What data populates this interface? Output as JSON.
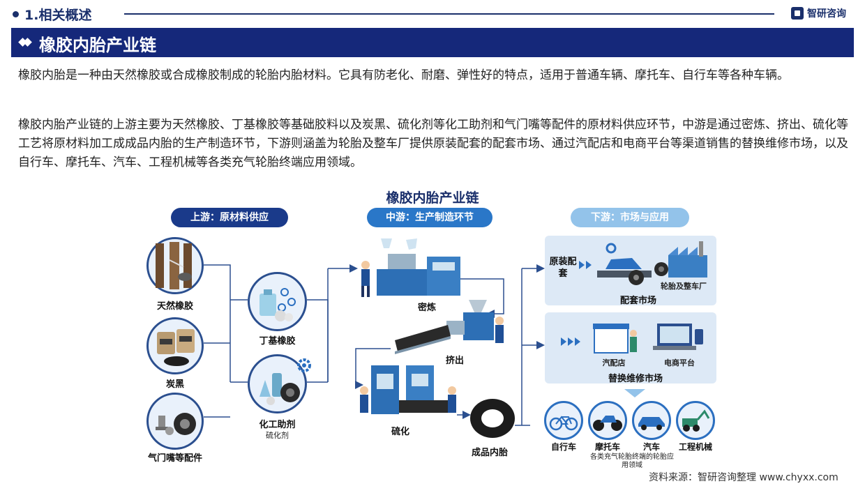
{
  "header": {
    "section_title": "1.相关概述",
    "logo_text": "智研咨询"
  },
  "banner": {
    "title": "橡胶内胎产业链"
  },
  "paragraphs": [
    "橡胶内胎是一种由天然橡胶或合成橡胶制成的轮胎内胎材料。它具有防老化、耐磨、弹性好的特点，适用于普通车辆、摩托车、自行车等各种车辆。",
    "橡胶内胎产业链的上游主要为天然橡胶、丁基橡胶等基础胶料以及炭黑、硫化剂等化工助剂和气门嘴等配件的原材料供应环节，中游是通过密炼、挤出、硫化等工艺将原材料加工成成品内胎的生产制造环节，下游则涵盖为轮胎及整车厂提供原装配套的配套市场、通过汽配店和电商平台等渠道销售的替换维修市场，以及自行车、摩托车、汽车、工程机械等各类充气轮胎终端应用领域。"
  ],
  "diagram": {
    "title": "橡胶内胎产业链",
    "stages": {
      "upstream": "上游：原材料供应",
      "midstream": "中游：生产制造环节",
      "downstream": "下游：市场与应用"
    },
    "upstream_nodes": {
      "natural_rubber": "天然橡胶",
      "carbon_black": "炭黑",
      "valve_parts": "气门嘴等配件",
      "butyl_rubber": "丁基橡胶",
      "chemical_aids": "化工助剂",
      "chemical_aids_sub": "硫化剂"
    },
    "midstream_steps": {
      "mixing": "密炼",
      "extrusion": "挤出",
      "vulcanization": "硫化",
      "finished": "成品内胎"
    },
    "downstream": {
      "oem_tag": "原装配套",
      "oem_target": "轮胎及整车厂",
      "oem_market": "配套市场",
      "auto_parts_store": "汽配店",
      "ecommerce": "电商平台",
      "replacement_market": "替换维修市场",
      "apps": [
        "自行车",
        "摩托车",
        "汽车",
        "工程机械"
      ],
      "apps_note": "各类充气轮胎终端的轮胎应用领域"
    },
    "colors": {
      "navy": "#15287a",
      "upstream_pill": "#1a3a8a",
      "midstream_pill": "#2a77c8",
      "downstream_pill": "#93c3ea",
      "panel": "#dde9f6",
      "accent": "#2b6fc0"
    }
  },
  "footer": {
    "source": "资料来源：智研咨询整理 www.chyxx.com"
  }
}
